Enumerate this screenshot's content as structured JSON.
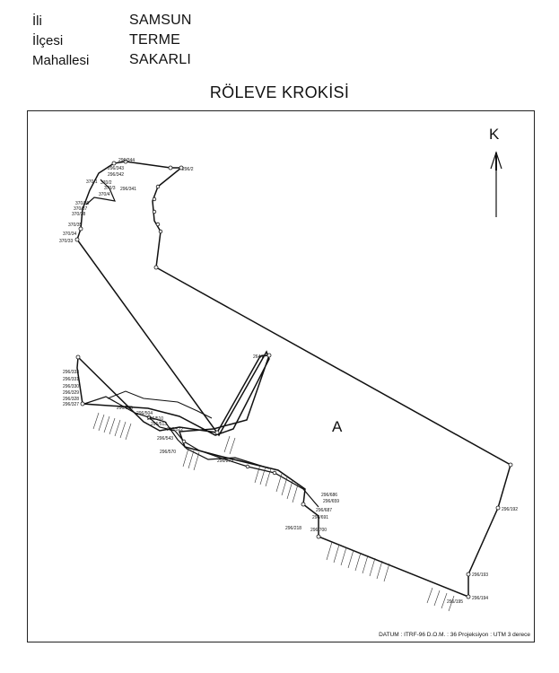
{
  "header": {
    "rows": [
      {
        "label": "İli",
        "value": "SAMSUN"
      },
      {
        "label": "İlçesi",
        "value": "TERME"
      },
      {
        "label": "Mahallesi",
        "value": "SAKARLI"
      }
    ]
  },
  "title": "RÖLEVE KROKİSİ",
  "north_label": "K",
  "area_label": "A",
  "footer": "DATUM : ITRF-96  D.O.M. : 36  Projeksiyon : UTM 3 derece",
  "point_labels": {
    "p1": "296/344",
    "p2": "296/343",
    "p3": "296/342",
    "p4": "296/2",
    "p5": "296/341",
    "p6": "370/1",
    "p7": "370/2",
    "p8": "370/3",
    "p9": "370/4",
    "p10": "370/36",
    "p11": "370/37",
    "p12": "370/38",
    "p13": "370/35",
    "p14": "370/34",
    "p15": "370/33",
    "p16": "264/2",
    "p17": "296/333",
    "p18": "296/331",
    "p19": "296/330",
    "p20": "296/329",
    "p21": "296/328",
    "p22": "296/327",
    "p23": "296/505",
    "p24": "296/504",
    "p25": "296/510",
    "p26": "296/513",
    "p27": "296/522",
    "p28": "296/543",
    "p29": "296/570",
    "p30": "296/273",
    "p31": "296/686",
    "p32": "296/659",
    "p33": "296/687",
    "p34": "296/691",
    "p35": "296/700",
    "p36": "296/218",
    "p37": "296/192",
    "p38": "296/193",
    "p39": "296/194",
    "p40": "296/195"
  }
}
